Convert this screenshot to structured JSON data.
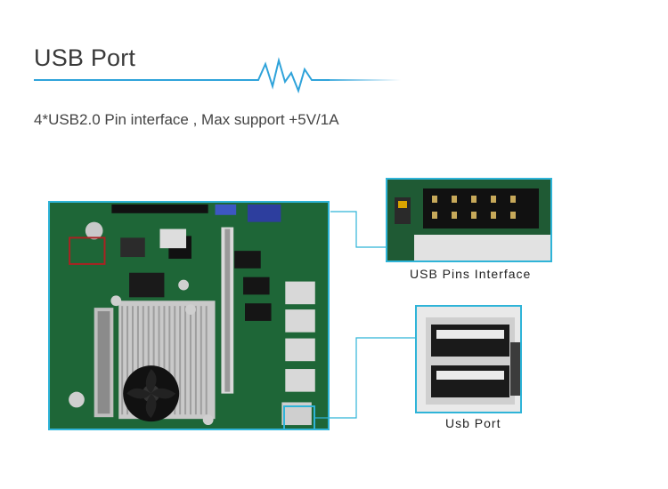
{
  "header": {
    "title": "USB Port",
    "subtitle": "4*USB2.0 Pin interface , Max support +5V/1A"
  },
  "callouts": {
    "pins_label": "USB Pins Interface",
    "port_label": "Usb Port"
  },
  "colors": {
    "accent": "#2fb4d8",
    "title_line": "#2fa3da",
    "pcb_green": "#1f6a3a"
  }
}
